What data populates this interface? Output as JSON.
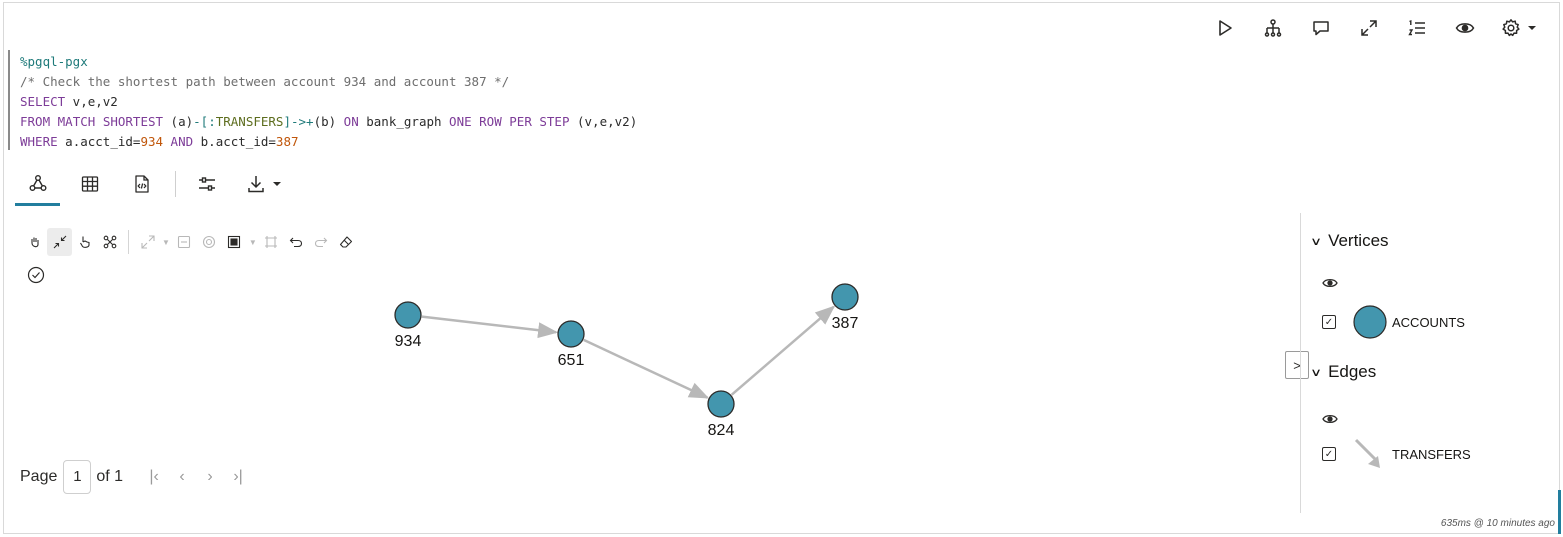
{
  "toolbar": {
    "run_icon": "play-icon",
    "graph_icon": "hierarchy-icon",
    "comments_icon": "chat-icon",
    "expand_icon": "expand-icon",
    "lines_icon": "numbered-list-icon",
    "view_icon": "eye-icon",
    "settings_icon": "gear-icon"
  },
  "code": {
    "interpreter": "%pgql-pgx",
    "comment": "/* Check the shortest path between account 934 and account 387 */",
    "line3": {
      "kw": "SELECT",
      "rest": " v,e,v2"
    },
    "line4": {
      "kw1": "FROM",
      "kw2": "MATCH",
      "kw3": "SHORTEST",
      "p1": " (a)",
      "arrow1": "-[:",
      "label": "TRANSFERS",
      "arrow2": "]->+",
      "p2": "(b) ",
      "kw4": "ON",
      "graph": " bank_graph ",
      "kw5": "ONE",
      "kw6": "ROW",
      "kw7": "PER",
      "kw8": "STEP",
      "p3": " (v,e,v2)"
    },
    "line5": {
      "kw1": "WHERE",
      "c1": " a.acct_id=",
      "n1": "934",
      "kw2": "AND",
      "c2": " b.acct_id=",
      "n2": "387"
    }
  },
  "tabs": [
    {
      "name": "graph-view-tab",
      "icon": "graph-icon",
      "active": true
    },
    {
      "name": "table-view-tab",
      "icon": "table-icon",
      "active": false
    },
    {
      "name": "source-tab",
      "icon": "code-file-icon",
      "active": false
    }
  ],
  "graph": {
    "nodes": [
      {
        "id": "934",
        "label": "934"
      },
      {
        "id": "651",
        "label": "651"
      },
      {
        "id": "824",
        "label": "824"
      },
      {
        "id": "387",
        "label": "387"
      }
    ],
    "edges": [
      {
        "from": "934",
        "to": "651"
      },
      {
        "from": "651",
        "to": "824"
      },
      {
        "from": "824",
        "to": "387"
      }
    ],
    "node_color": "#4396ae",
    "edge_color": "#b8b8b8"
  },
  "pager": {
    "page_label": "Page",
    "current": "1",
    "of_label": "of 1"
  },
  "legend": {
    "vertices_title": "Vertices",
    "vertex_label": "ACCOUNTS",
    "edges_title": "Edges",
    "edge_label": "TRANSFERS"
  },
  "status": "635ms @ 10 minutes ago"
}
